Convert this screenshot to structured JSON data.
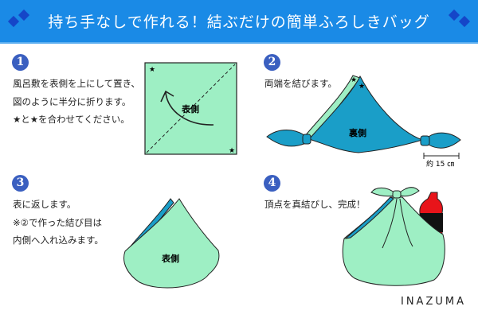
{
  "header": {
    "title": "持ち手なしで作れる！結ぶだけの簡単ふろしきバッグ"
  },
  "colors": {
    "header": "#1a8ae6",
    "diamond": "#1546c8",
    "front_side": "#9eefc4",
    "back_side": "#1a9ec8",
    "step_badge": "#3a5fc0",
    "bottle": "#e8141a"
  },
  "steps": [
    {
      "number": "1",
      "lines": [
        "風呂敷を表側を上にして置き、",
        "図のように半分に折ります。",
        "★と★を合わせてください。"
      ],
      "label": "表側",
      "star": "★"
    },
    {
      "number": "2",
      "lines": [
        "両端を結びます。"
      ],
      "label": "裏側",
      "star": "★",
      "measure": "約 15 ㎝"
    },
    {
      "number": "3",
      "lines": [
        "表に返します。",
        "※②で作った結び目は",
        "内側へ入れ込みます。"
      ],
      "label": "表側"
    },
    {
      "number": "4",
      "lines": [
        "頂点を真結びし、完成！"
      ]
    }
  ],
  "brand": "INAZUMA"
}
